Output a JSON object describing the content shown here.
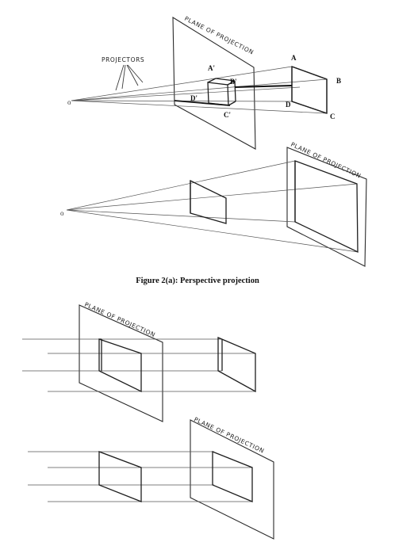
{
  "figure_a": {
    "caption": "Figure 2(a): Perspective projection",
    "top": {
      "plane_label": "PLANE OF PROJECTION",
      "projectors_label": "PROJECTORS",
      "points": {
        "A": "A",
        "B": "B",
        "C": "C",
        "D": "D",
        "A_prime": "A'",
        "B_prime": "B'",
        "C_prime": "C'",
        "D_prime": "D'"
      }
    },
    "bottom": {
      "plane_label": "PLANE OF PROJECTION"
    }
  },
  "figure_b": {
    "top": {
      "plane_label": "PLANE OF PROJECTION"
    },
    "bottom": {
      "plane_label": "PLANE OF PROJECTION"
    }
  }
}
